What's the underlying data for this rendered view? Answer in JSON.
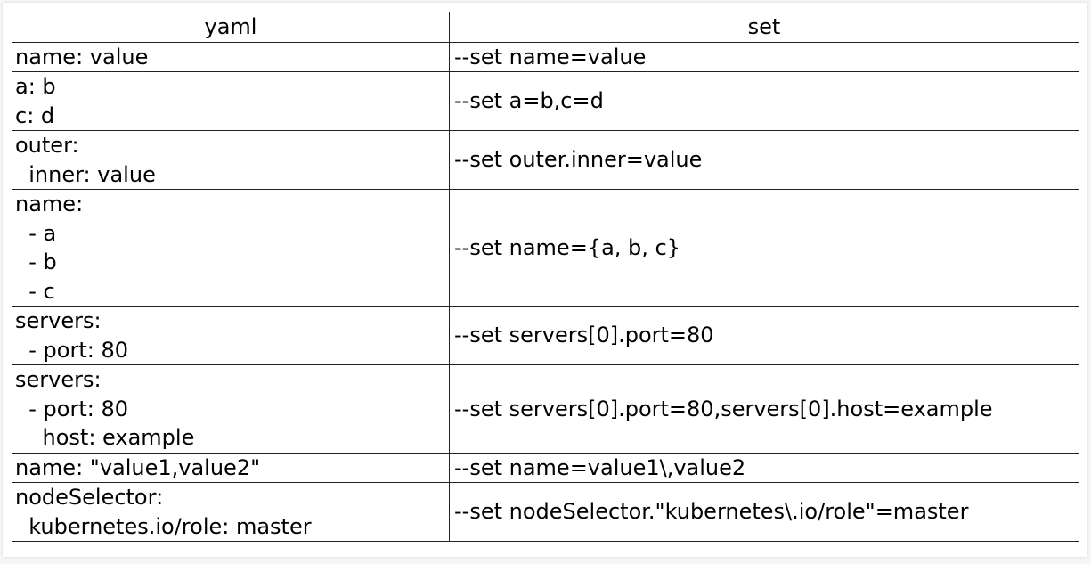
{
  "table": {
    "headers": [
      "yaml",
      "set"
    ],
    "rows": [
      {
        "yaml": "name: value",
        "set": "--set name=value"
      },
      {
        "yaml": "a: b\nc: d",
        "set": "--set a=b,c=d"
      },
      {
        "yaml": "outer:\n  inner: value",
        "set": "--set outer.inner=value"
      },
      {
        "yaml": "name:\n  - a\n  - b\n  - c",
        "set": "--set name={a, b, c}"
      },
      {
        "yaml": "servers:\n  - port: 80",
        "set": "--set servers[0].port=80"
      },
      {
        "yaml": "servers:\n  - port: 80\n    host: example",
        "set": "--set servers[0].port=80,servers[0].host=example"
      },
      {
        "yaml": "name: \"value1,value2\"",
        "set": "--set name=value1\\,value2"
      },
      {
        "yaml": "nodeSelector:\n  kubernetes.io/role: master",
        "set": "--set nodeSelector.\"kubernetes\\.io/role\"=master"
      }
    ]
  }
}
